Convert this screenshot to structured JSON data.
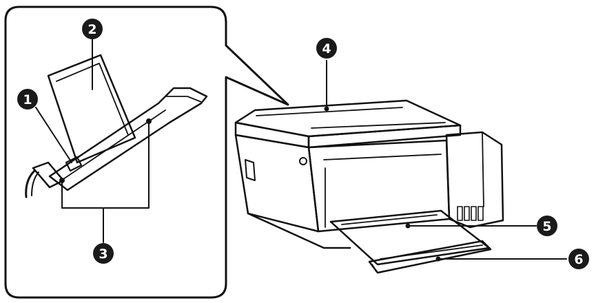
{
  "callouts": [
    {
      "id": 1,
      "label": "1"
    },
    {
      "id": 2,
      "label": "2"
    },
    {
      "id": 3,
      "label": "3"
    },
    {
      "id": 4,
      "label": "4"
    },
    {
      "id": 5,
      "label": "5"
    },
    {
      "id": 6,
      "label": "6"
    }
  ],
  "colors": {
    "ink": "#111111",
    "callout_fill": "#1a1a1a",
    "paper": "#ffffff"
  }
}
